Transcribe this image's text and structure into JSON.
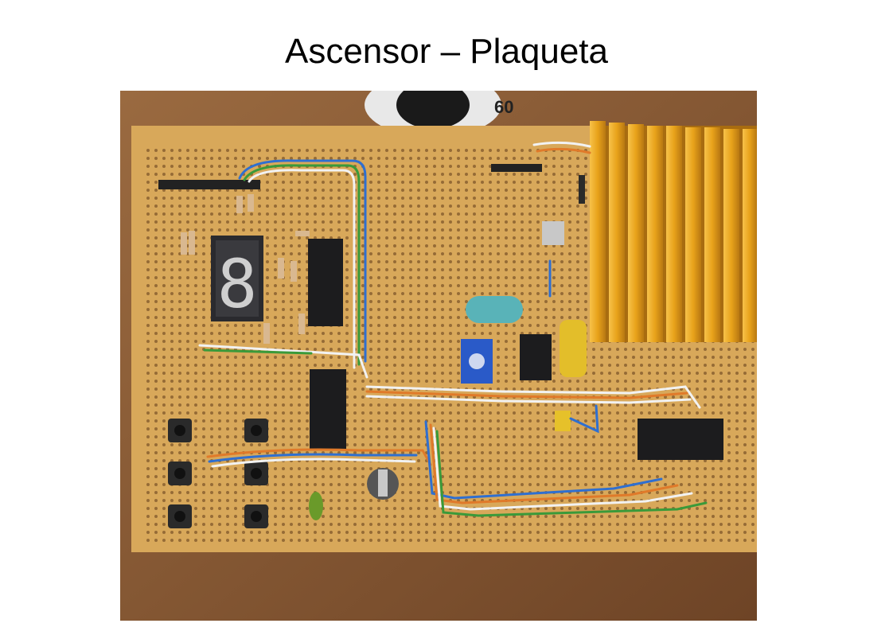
{
  "slide": {
    "title": "Ascensor – Plaqueta"
  },
  "photo": {
    "subject": "perfboard",
    "display_digit": "8",
    "spool_label": "60",
    "colors": {
      "table": "#8a5a34",
      "board": "#d8a85a",
      "heatsink": "#e8a21a",
      "chip": "#1c1c1e",
      "display": "#2a2a2e",
      "wire_blue": "#2f6fd0",
      "wire_green": "#3a9a3a",
      "wire_orange": "#e07a2a",
      "wire_white": "#f2f2f2"
    }
  }
}
